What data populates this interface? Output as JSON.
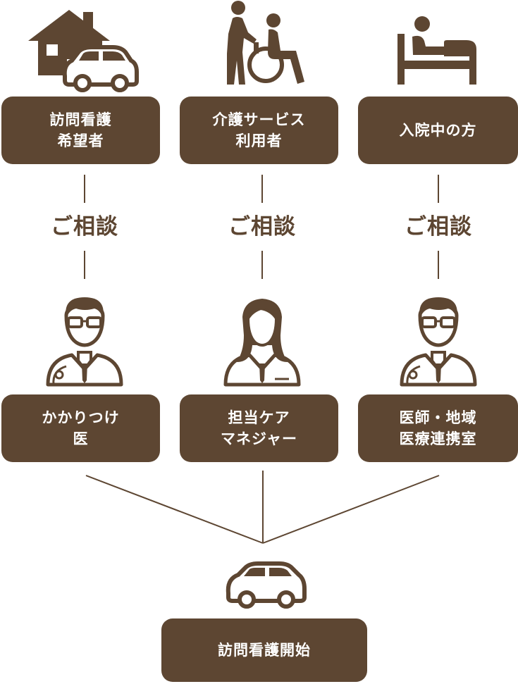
{
  "colors": {
    "primary": "#5d4632",
    "text_on_primary": "#ffffff",
    "background": "#ffffff"
  },
  "top_row": [
    {
      "icon": "house-car-icon",
      "lines": [
        "訪問看護",
        "希望者"
      ]
    },
    {
      "icon": "caregiver-wheelchair-icon",
      "lines": [
        "介護サービス",
        "利用者"
      ]
    },
    {
      "icon": "hospital-bed-icon",
      "lines": [
        "入院中の方"
      ]
    }
  ],
  "consult_label": "ご相談",
  "bottom_row": [
    {
      "icon": "doctor-icon",
      "lines": [
        "かかりつけ",
        "医"
      ]
    },
    {
      "icon": "care-manager-icon",
      "lines": [
        "担当ケア",
        "マネジャー"
      ]
    },
    {
      "icon": "doctor-icon",
      "lines": [
        "医師・地域",
        "医療連携室"
      ]
    }
  ],
  "final": {
    "icon": "car-icon",
    "label": "訪問看護開始"
  }
}
